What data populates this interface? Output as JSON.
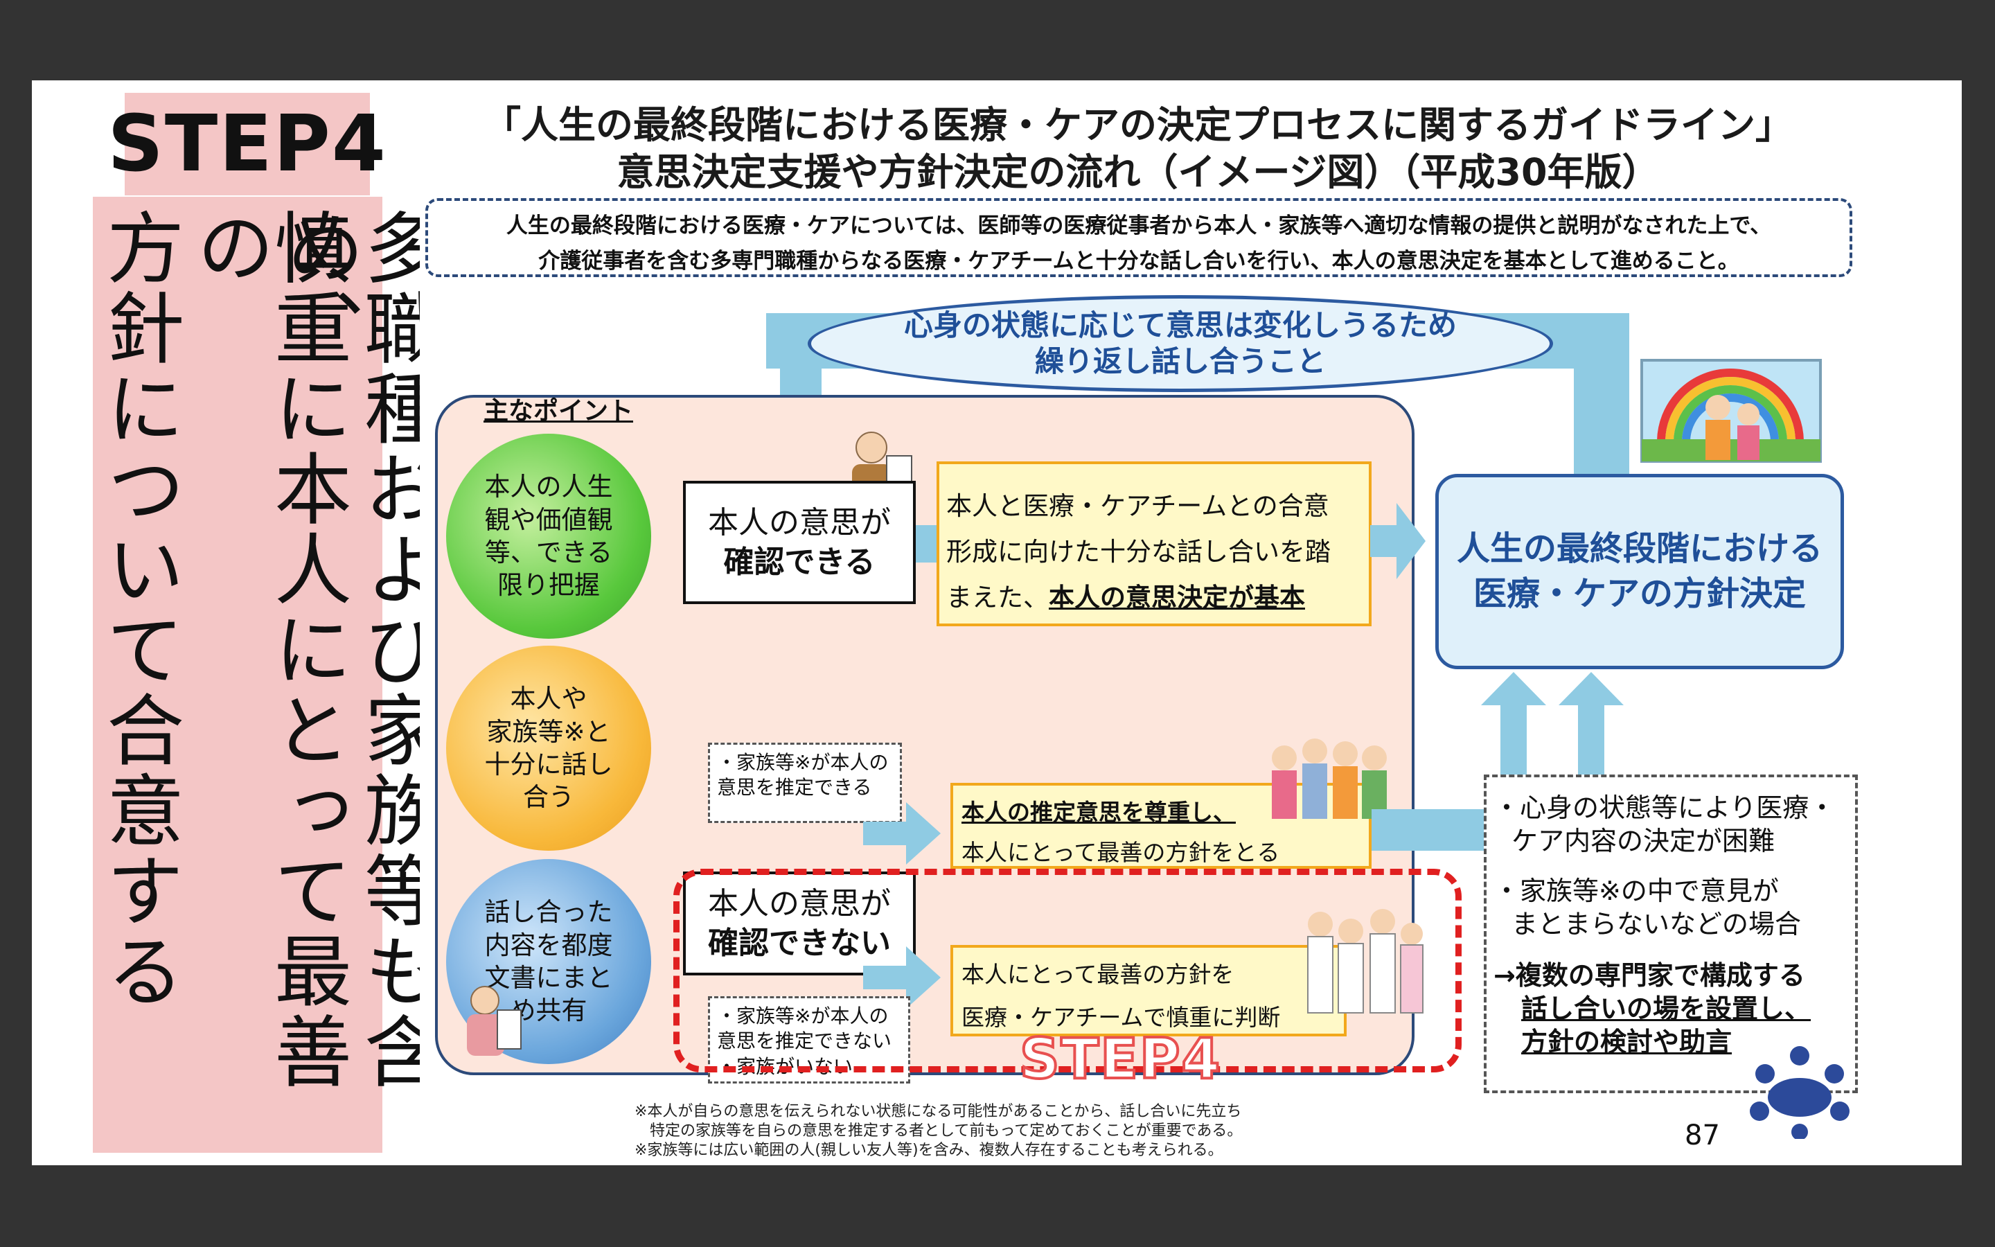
{
  "left_panel": {
    "step_badge": "STEP4",
    "vertical_lines": [
      "多職種および家族等も含め、",
      "慎重に本人にとって最善の",
      "方針について合意する"
    ]
  },
  "figure": {
    "title_line1": "「人生の最終段階における医療・ケアの決定プロセスに関するガイドライン」",
    "title_line2": "意思決定支援や方針決定の流れ（イメージ図）（平成30年版）",
    "intro_line1": "人生の最終段階における医療・ケアについては、医師等の医療従事者から本人・家族等へ適切な情報の提供と説明がなされた上で、",
    "intro_line2": "介護従事者を含む多専門職種からなる医療・ケアチームと十分な話し合いを行い、本人の意思決定を基本として進めること。",
    "loop_line1": "心身の状態に応じて意思は変化しうるため",
    "loop_line2": "繰り返し話し合うこと",
    "points_label": "主なポイント",
    "circle1": [
      "本人の人生",
      "観や価値観",
      "等、できる",
      "限り把握"
    ],
    "circle2": [
      "本人や",
      "家族等※と",
      "十分に話し",
      "合う"
    ],
    "circle3": [
      "話し合った",
      "内容を都度",
      "文書にまと",
      "め共有"
    ],
    "confirm_yes": [
      "本人の意思が",
      "確認できる"
    ],
    "consensus": [
      "本人と医療・ケアチームとの合意",
      "形成に向けた十分な話し合いを踏",
      "まえた、",
      "本人の意思決定が基本"
    ],
    "final_decision": [
      "人生の最終段階における",
      "医療・ケアの方針決定"
    ],
    "estimate_yes": [
      "・家族等※が本人の",
      "意思を推定できる"
    ],
    "respect_estimated": [
      "本人の推定意思を尊重し、",
      "本人にとって最善の方針をとる"
    ],
    "confirm_no": [
      "本人の意思が",
      "確認できない"
    ],
    "best_policy": [
      "本人にとって最善の方針を",
      "医療・ケアチームで慎重に判断"
    ],
    "estimate_no": [
      "・家族等※が本人の",
      "意思を推定できない",
      "・家族がいない"
    ],
    "step_label": "STEP4",
    "right_note": {
      "item1": [
        "・心身の状態等により医療・",
        "ケア内容の決定が困難"
      ],
      "item2": [
        "・家族等※の中で意見が",
        "まとまらないなどの場合"
      ],
      "arrow_text": [
        "→複数の専門家で構成する",
        "話し合いの場を設置し、",
        "方針の検討や助言"
      ]
    },
    "footnotes": [
      "※本人が自らの意思を伝えられない状態になる可能性があることから、話し合いに先立ち",
      "特定の家族等を自らの意思を推定する者として前もって定めておくことが重要である。",
      "※家族等には広い範囲の人(親しい友人等)を含み、複数人存在することも考えられる。"
    ],
    "page_number": "87"
  },
  "colors": {
    "badge_bg": "#f4c6c6",
    "arrow": "#8fcbe3",
    "frame_blue": "#2c4a7a",
    "red_dash": "#e02020"
  }
}
